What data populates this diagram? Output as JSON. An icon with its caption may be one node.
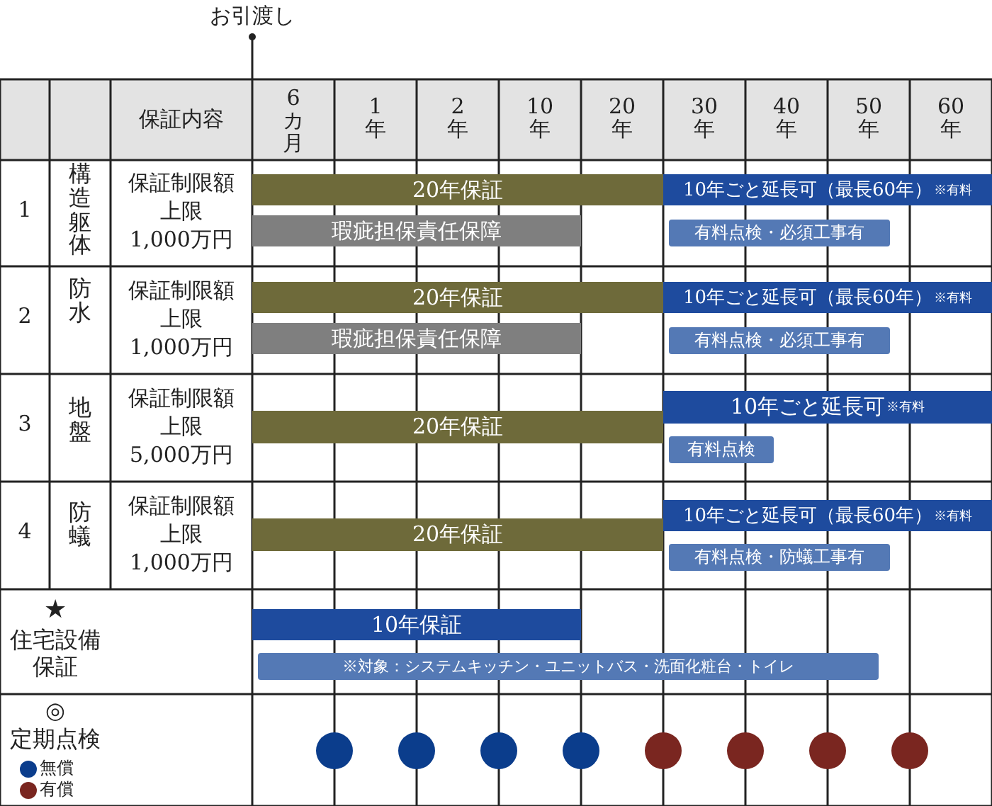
{
  "diagram": {
    "nodes": [
      {
        "text": [
          "20年保証"
        ]
      },
      {
        "text": [
          "瑕疵担保責任保障"
        ]
      },
      {
        "text": [
          "10年ごと延長可（最長60年）",
          "※有料"
        ]
      },
      {
        "text": [
          "有料点検・必須工事有"
        ]
      },
      {
        "text": [
          "20年保証"
        ]
      },
      {
        "text": [
          "瑕疵担保責任保障"
        ]
      },
      {
        "text": [
          "10年ごと延長可（最長60年）",
          "※有料"
        ]
      },
      {
        "text": [
          "有料点検・必須工事有"
        ]
      },
      {
        "text": [
          "20年保証"
        ]
      },
      {
        "text": [
          "10年ごと延長可",
          "※有料"
        ]
      },
      {
        "text": [
          "有料点検"
        ]
      },
      {
        "text": [
          "20年保証"
        ]
      },
      {
        "text": [
          "10年ごと延長可（最長60年）",
          "※有料"
        ]
      },
      {
        "text": [
          "有料点検・防蟻工事有"
        ]
      },
      {
        "text": [
          "10年保証"
        ]
      },
      {
        "text": [
          "※対象：システムキッチン・ユニットバス・洗面化粧台・トイレ"
        ]
      },
      {
        "text": [],
        "shape": "circle"
      },
      {
        "text": [],
        "shape": "circle"
      },
      {
        "text": [],
        "shape": "circle"
      },
      {
        "text": [],
        "shape": "circle"
      },
      {
        "text": [],
        "shape": "circle"
      },
      {
        "text": [],
        "shape": "circle"
      },
      {
        "text": [],
        "shape": "circle"
      },
      {
        "text": [],
        "shape": "circle"
      }
    ],
    "edges": [],
    "labels": [
      "お引渡し",
      "保証内容",
      "6カ月",
      "1年",
      "2年",
      "10年",
      "20年",
      "30年",
      "40年",
      "50年",
      "60年",
      "1",
      "構造躯体",
      "保証制限額",
      "上限",
      "1,000万円",
      "2",
      "防水",
      "保証制限額",
      "上限",
      "1,000万円",
      "3",
      "地盤",
      "保証制限額",
      "上限",
      "5,000万円",
      "4",
      "防蟻",
      "保証制限額",
      "上限",
      "1,000万円",
      "★",
      "住宅設備保証",
      "◎",
      "定期点検"
    ],
    "legend": [
      {
        "text": "無償",
        "color": "#0b3d8c"
      },
      {
        "text": "有償",
        "color": "#7a2620"
      }
    ]
  }
}
